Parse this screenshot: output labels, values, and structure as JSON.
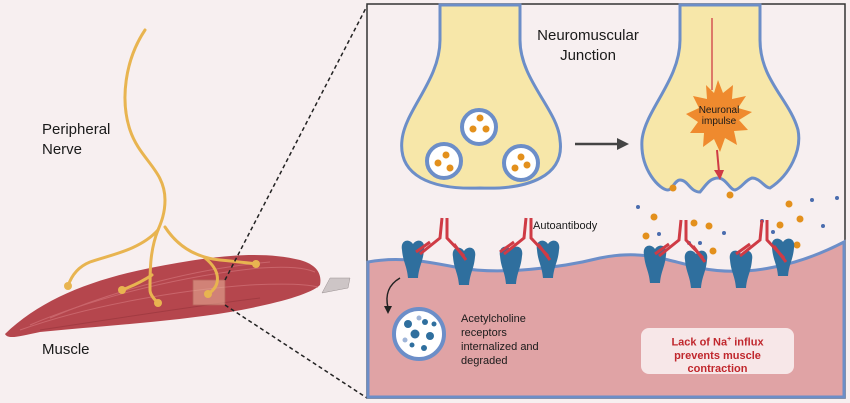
{
  "left_panel": {
    "nerve_label_line1": "Peripheral",
    "nerve_label_line2": "Nerve",
    "muscle_label": "Muscle"
  },
  "right_panel": {
    "title_line1": "Neuromuscular",
    "title_line2": "Junction",
    "impulse_line1": "Neuronal",
    "impulse_line2": "impulse",
    "autoantibody_label": "Autoantibody",
    "receptor_label_lines": [
      "Acetylcholine",
      "receptors",
      "internalized and",
      "degraded"
    ],
    "outcome_line1_pre": "Lack of Na",
    "outcome_line1_sup": "+",
    "outcome_line1_post": " influx",
    "outcome_line2": "prevents muscle",
    "outcome_line3": "contraction"
  },
  "colors": {
    "background": "#f7eff0",
    "muscle": "#b5464d",
    "nerve": "#e8b450",
    "terminal_fill": "#f7e7a9",
    "membrane": "#6c8ec8",
    "receptor": "#2f6f9e",
    "antibody": "#cf3b45",
    "vesicle_dot": "#e3901c",
    "postsynaptic": "#e0a3a5",
    "outcome_text": "#c0272d",
    "burst": "#ef8a2e"
  }
}
